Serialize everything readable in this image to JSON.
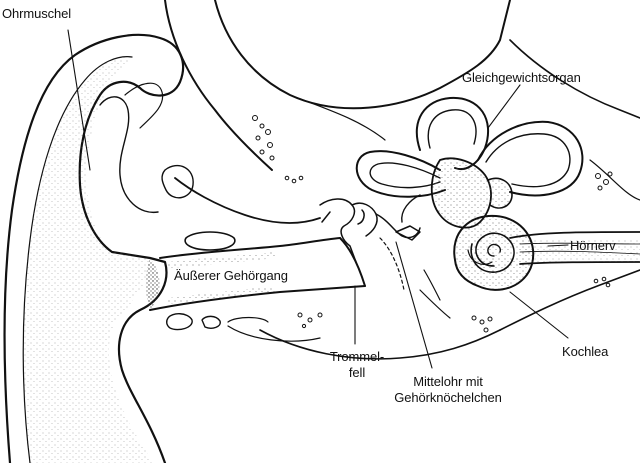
{
  "labels": {
    "ohrmuschel": "Ohrmuschel",
    "gleichgewichtsorgan": "Gleichgewichtsorgan",
    "hoernerv": "Hörnerv",
    "aeusserer_gehoergang": "Äußerer Gehörgang",
    "kochlea": "Kochlea",
    "trommelfell_line1": "Trommel-",
    "trommelfell_line2": "fell",
    "mittelohr_line1": "Mittelohr mit",
    "mittelohr_line2": "Gehörknöchelchen"
  },
  "colors": {
    "ink": "#111111",
    "background": "#ffffff",
    "stipple": "#4a4a4a"
  }
}
